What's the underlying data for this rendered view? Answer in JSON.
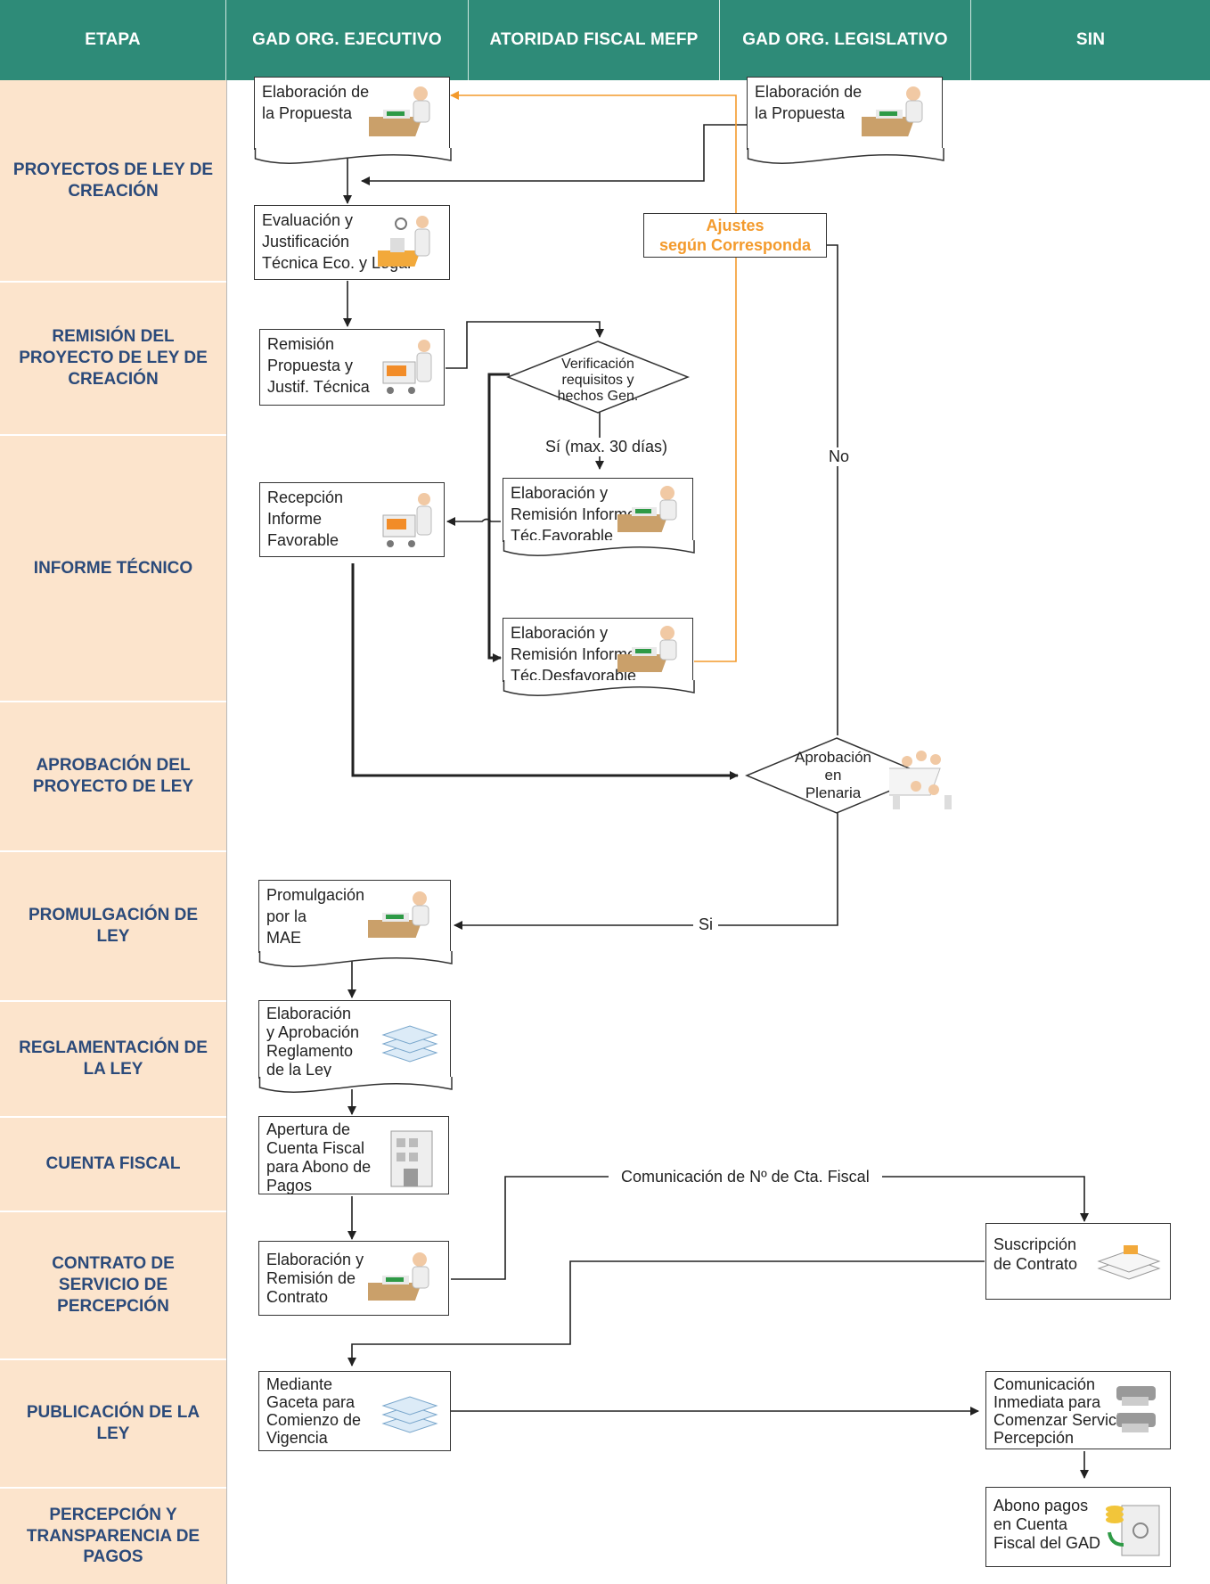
{
  "header": {
    "etapa": "ETAPA",
    "col1": "GAD ORG. EJECUTIVO",
    "col2": "ATORIDAD FISCAL MEFP",
    "col3": "GAD ORG. LEGISLATIVO",
    "col4": "SIN"
  },
  "stages": [
    "PROYECTOS DE LEY DE CREACIÓN",
    "REMISIÓN DEL PROYECTO DE LEY DE CREACIÓN",
    "INFORME TÉCNICO",
    "APROBACIÓN DEL PROYECTO DE LEY",
    "PROMULGACIÓN DE LEY",
    "REGLAMENTACIÓN DE LA LEY",
    "CUENTA FISCAL",
    "CONTRATO DE SERVICIO DE PERCEPCIÓN",
    "PUBLICACIÓN DE LA LEY",
    "PERCEPCIÓN Y TRANSPARENCIA DE PAGOS"
  ],
  "nodes": {
    "elab_propuesta_ejec": [
      "Elaboración de",
      "la Propuesta"
    ],
    "elab_propuesta_leg": [
      "Elaboración de",
      "la Propuesta"
    ],
    "evaluacion": [
      "Evaluación y",
      "Justificación",
      "Técnica Eco. y Legal"
    ],
    "ajustes": [
      "Ajustes",
      "según Corresponda"
    ],
    "remision": [
      "Remisión",
      "Propuesta y",
      "Justif. Técnica"
    ],
    "verificacion": [
      "Verificación",
      "requisitos y",
      "hechos Gen."
    ],
    "recepcion": [
      "Recepción",
      "Informe",
      "Favorable"
    ],
    "informe_favorable": [
      "Elaboración y",
      "Remisión Informe",
      "Téc.Favorable"
    ],
    "informe_desfavorable": [
      "Elaboración y",
      "Remisión Informe",
      "Téc.Desfavorable"
    ],
    "aprobacion": [
      "Aprobación",
      "en",
      "Plenaria"
    ],
    "promulgacion": [
      "Promulgación",
      "por la",
      "MAE"
    ],
    "reglamento": [
      "Elaboración",
      "y Aprobación",
      "Reglamento",
      "de la Ley"
    ],
    "apertura": [
      "Apertura de",
      "Cuenta Fiscal",
      "para Abono de",
      "Pagos"
    ],
    "contrato": [
      "Elaboración y",
      "Remisión de",
      "Contrato"
    ],
    "suscripcion": [
      "Suscripción",
      "de Contrato"
    ],
    "gaceta": [
      "Mediante",
      "Gaceta para",
      "Comienzo de",
      "Vigencia"
    ],
    "comunicacion": [
      "Comunicación",
      "Inmediata para",
      "Comenzar Servicio",
      "Percepción"
    ],
    "abono": [
      "Abono pagos",
      "en Cuenta",
      "Fiscal del GAD"
    ]
  },
  "edge_labels": {
    "si_30": "Sí (max. 30 días)",
    "no": "No",
    "si": "Si",
    "cta_fiscal": "Comunicación de Nº de Cta. Fiscal"
  },
  "colors": {
    "header_bg": "#2e8b78",
    "stage_bg": "#fce4cc",
    "stage_text": "#2b4a7a",
    "orange": "#f39a2c",
    "line": "#222222"
  },
  "icons": {
    "desk_worker": "desk-worker-icon",
    "inspector": "inspector-icon",
    "cart": "delivery-cart-icon",
    "meeting": "meeting-table-icon",
    "papers": "paper-stack-icon",
    "building": "bank-building-icon",
    "contract": "contract-document-icon",
    "phone": "telephone-icon",
    "safe": "safe-coins-icon"
  }
}
